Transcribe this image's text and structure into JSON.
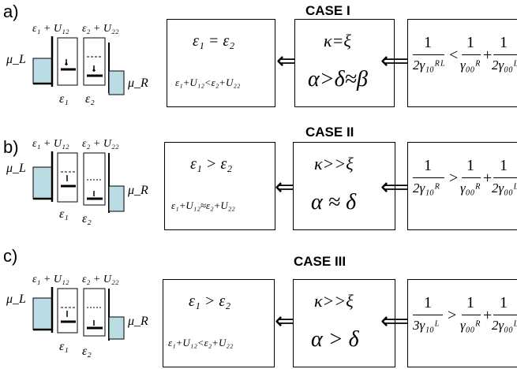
{
  "rows": [
    {
      "label": "a)",
      "title": "CASE I",
      "levels": [
        "ε₁ + U₁₂",
        "ε₂ + U₂₂"
      ],
      "mu_left": "μ_L",
      "mu_right": "μ_R",
      "dots": [
        "ε₁",
        "ε₂"
      ],
      "box1": {
        "line1": "ε₁ = ε₂",
        "line2": "ε₁+U₁₂<ε₂+U₂₂"
      },
      "box2": {
        "line1": "κ=ξ",
        "line2": "α>δ≈β"
      },
      "box3": {
        "num1": "1",
        "den1": "2γ₁₀ᴿᴸ",
        "op": "<",
        "num2": "1",
        "den2": "γ₀₀ᴿ",
        "plus": "+",
        "num3": "1",
        "den3": "2γ₀₀ᴸ"
      },
      "arrow": "⟺"
    },
    {
      "label": "b)",
      "title": "CASE II",
      "levels": [
        "ε₁ + U₁₂",
        "ε₂ + U₂₂"
      ],
      "mu_left": "μ_L",
      "mu_right": "μ_R",
      "dots": [
        "ε₁",
        "ε₂"
      ],
      "box1": {
        "line1": "ε₁ > ε₂",
        "line2": "ε₁+U₁₂≈ε₂+U₂₂"
      },
      "box2": {
        "line1": "κ>>ξ",
        "line2": "α ≈ δ"
      },
      "box3": {
        "num1": "1",
        "den1": "2γ₁₀ᴿ",
        "op": ">",
        "num2": "1",
        "den2": "γ₀₀ᴿ",
        "plus": "+",
        "num3": "1",
        "den3": "2γ₀₀ᴸ"
      },
      "arrow": "⟺"
    },
    {
      "label": "c)",
      "title": "CASE III",
      "levels": [
        "ε₁ + U₁₂",
        "ε₂ + U₂₂"
      ],
      "mu_left": "μ_L",
      "mu_right": "μ_R",
      "dots": [
        "ε₁",
        "ε₂"
      ],
      "box1": {
        "line1": "ε₁ > ε₂",
        "line2": "ε₁+U₁₂<ε₂+U₂₂"
      },
      "box2": {
        "line1": "κ>>ξ",
        "line2": "α > δ"
      },
      "box3": {
        "num1": "1",
        "den1": "3γ₁₀ᴸ",
        "op": ">",
        "num2": "1",
        "den2": "γ₀₀ᴿ",
        "plus": "+",
        "num3": "1",
        "den3": "2γ₀₀ᴸ"
      },
      "arrow": "⟺"
    }
  ],
  "colors": {
    "lead_fill": "#b9dde3",
    "line": "#000000"
  }
}
